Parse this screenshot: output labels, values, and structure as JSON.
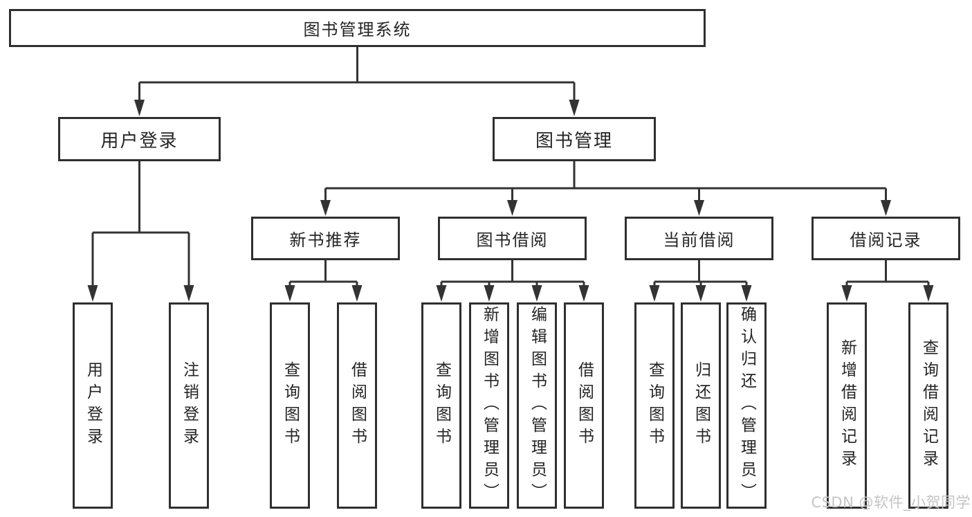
{
  "diagram_type": "tree",
  "tree": {
    "label": "图书管理系统",
    "children": [
      {
        "label": "用户登录",
        "children": [
          {
            "label": "用户登录"
          },
          {
            "label": "注销登录"
          }
        ]
      },
      {
        "label": "图书管理",
        "children": [
          {
            "label": "新书推荐",
            "children": [
              {
                "label": "查询图书"
              },
              {
                "label": "借阅图书"
              }
            ]
          },
          {
            "label": "图书借阅",
            "children": [
              {
                "label": "查询图书"
              },
              {
                "label": "新增图书（管理员）"
              },
              {
                "label": "编辑图书（管理员）"
              },
              {
                "label": "借阅图书"
              }
            ]
          },
          {
            "label": "当前借阅",
            "children": [
              {
                "label": "查询图书"
              },
              {
                "label": "归还图书"
              },
              {
                "label": "确认归还（管理员）"
              }
            ]
          },
          {
            "label": "借阅记录",
            "children": [
              {
                "label": "新增借阅记录"
              },
              {
                "label": "查询借阅记录"
              }
            ]
          }
        ]
      }
    ]
  },
  "watermark": "CSDN @软件_小贺同学",
  "colors": {
    "line": "#333333",
    "box_border": "#2f2f2f",
    "box_background": "#ffffff",
    "text": "#242424",
    "watermark": "#c4c4c4",
    "background": "#ffffff"
  }
}
